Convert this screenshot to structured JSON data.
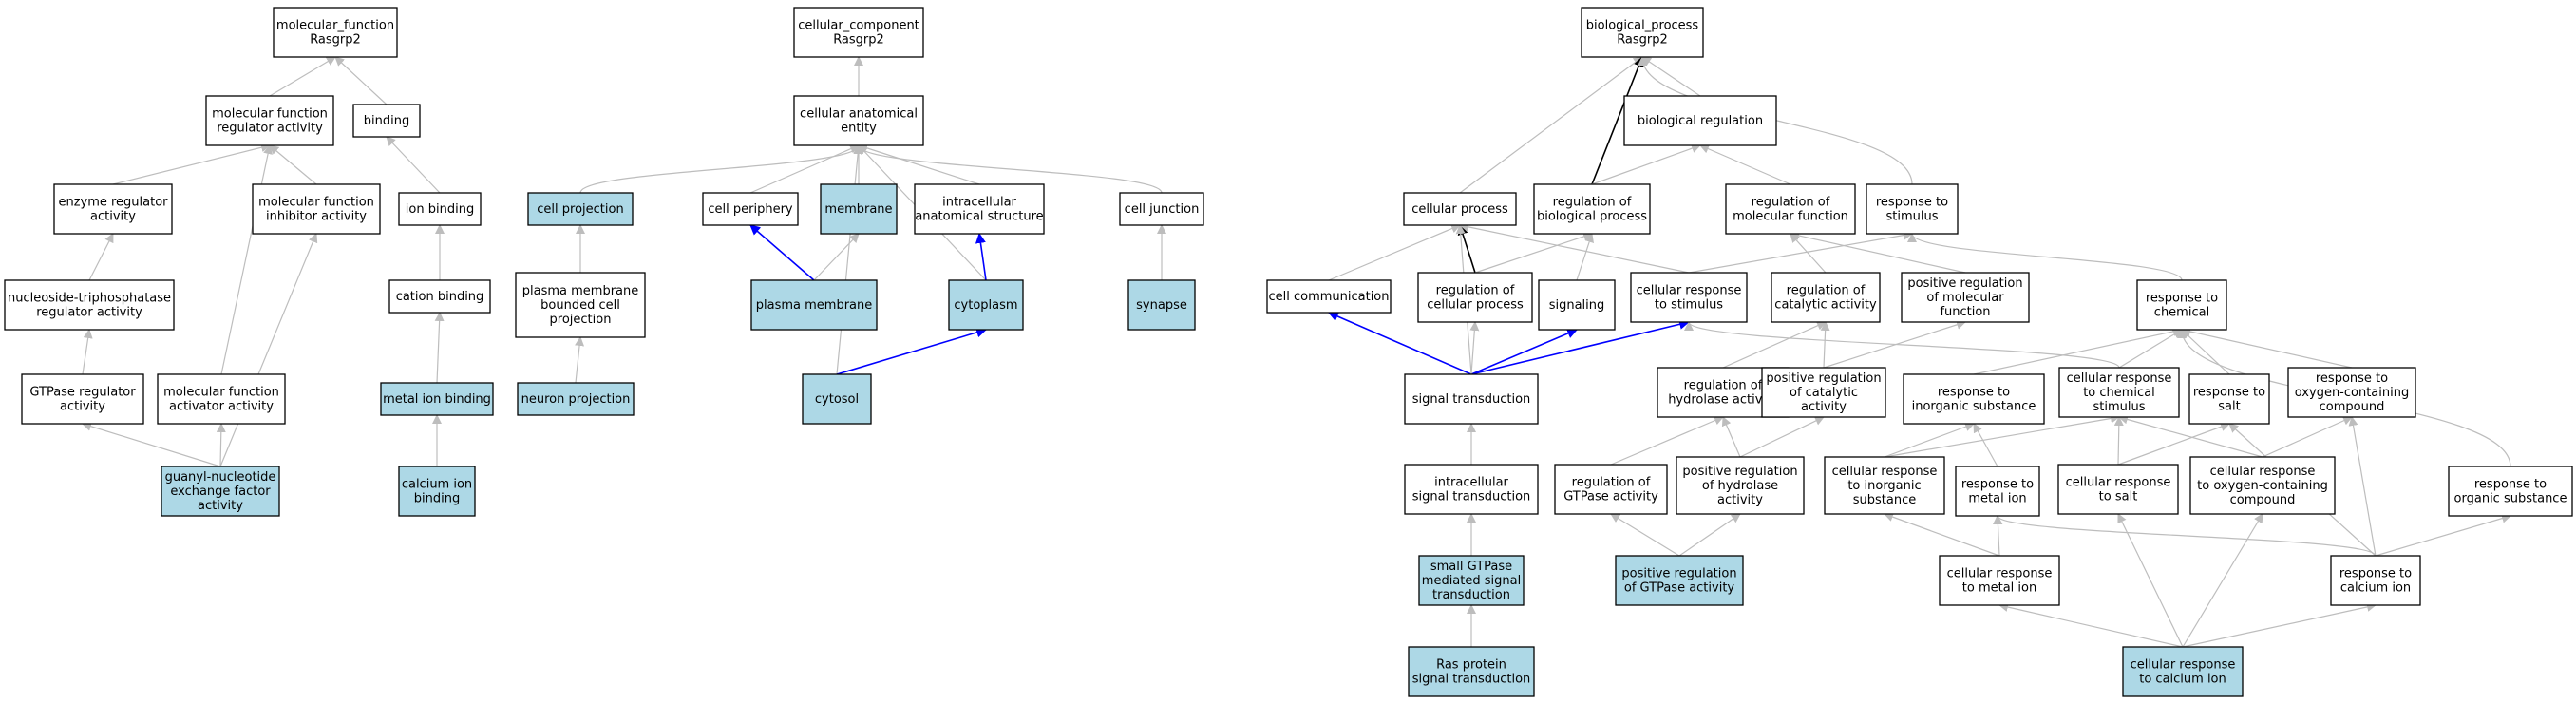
{
  "colors": {
    "edge_default": "#bdbdbd",
    "edge_black": "#000000",
    "edge_blue": "#0000ff",
    "node_fill": "#ffffff",
    "node_highlight": "#add8e6",
    "node_stroke": "#000000"
  },
  "nodes": [
    {
      "id": "mf_root",
      "lines": [
        "molecular_function",
        "Rasgrp2"
      ],
      "highlight": false
    },
    {
      "id": "mf_reg",
      "lines": [
        "molecular function",
        "regulator activity"
      ],
      "highlight": false
    },
    {
      "id": "binding",
      "lines": [
        "binding"
      ],
      "highlight": false
    },
    {
      "id": "enzyme_reg",
      "lines": [
        "enzyme regulator",
        "activity"
      ],
      "highlight": false
    },
    {
      "id": "mf_inhib",
      "lines": [
        "molecular function",
        "inhibitor activity"
      ],
      "highlight": false
    },
    {
      "id": "ion_binding",
      "lines": [
        "ion binding"
      ],
      "highlight": false
    },
    {
      "id": "ntp_reg",
      "lines": [
        "nucleoside-triphosphatase",
        "regulator activity"
      ],
      "highlight": false
    },
    {
      "id": "cation_binding",
      "lines": [
        "cation binding"
      ],
      "highlight": false
    },
    {
      "id": "gtpase_reg",
      "lines": [
        "GTPase regulator",
        "activity"
      ],
      "highlight": false
    },
    {
      "id": "mf_act",
      "lines": [
        "molecular function",
        "activator activity"
      ],
      "highlight": false
    },
    {
      "id": "metal_ion_binding",
      "lines": [
        "metal ion binding"
      ],
      "highlight": true
    },
    {
      "id": "gef",
      "lines": [
        "guanyl-nucleotide",
        "exchange factor",
        "activity"
      ],
      "highlight": true
    },
    {
      "id": "calcium_binding",
      "lines": [
        "calcium ion",
        "binding"
      ],
      "highlight": true
    },
    {
      "id": "cc_root",
      "lines": [
        "cellular_component",
        "Rasgrp2"
      ],
      "highlight": false
    },
    {
      "id": "cae",
      "lines": [
        "cellular anatomical",
        "entity"
      ],
      "highlight": false
    },
    {
      "id": "cell_projection",
      "lines": [
        "cell projection"
      ],
      "highlight": true
    },
    {
      "id": "cell_periphery",
      "lines": [
        "cell periphery"
      ],
      "highlight": false
    },
    {
      "id": "membrane",
      "lines": [
        "membrane"
      ],
      "highlight": true
    },
    {
      "id": "ias",
      "lines": [
        "intracellular",
        "anatomical structure"
      ],
      "highlight": false
    },
    {
      "id": "cell_junction",
      "lines": [
        "cell junction"
      ],
      "highlight": false
    },
    {
      "id": "pmbcp",
      "lines": [
        "plasma membrane",
        "bounded cell",
        "projection"
      ],
      "highlight": false
    },
    {
      "id": "plasma_membrane",
      "lines": [
        "plasma membrane"
      ],
      "highlight": true
    },
    {
      "id": "cytoplasm",
      "lines": [
        "cytoplasm"
      ],
      "highlight": true
    },
    {
      "id": "synapse",
      "lines": [
        "synapse"
      ],
      "highlight": true
    },
    {
      "id": "neuron_projection",
      "lines": [
        "neuron projection"
      ],
      "highlight": true
    },
    {
      "id": "cytosol",
      "lines": [
        "cytosol"
      ],
      "highlight": true
    },
    {
      "id": "bp_root",
      "lines": [
        "biological_process",
        "Rasgrp2"
      ],
      "highlight": false
    },
    {
      "id": "bio_reg",
      "lines": [
        "biological regulation"
      ],
      "highlight": false
    },
    {
      "id": "cellular_process",
      "lines": [
        "cellular process"
      ],
      "highlight": false
    },
    {
      "id": "reg_bp",
      "lines": [
        "regulation of",
        "biological process"
      ],
      "highlight": false
    },
    {
      "id": "reg_mf",
      "lines": [
        "regulation of",
        "molecular function"
      ],
      "highlight": false
    },
    {
      "id": "resp_stim",
      "lines": [
        "response to",
        "stimulus"
      ],
      "highlight": false
    },
    {
      "id": "cell_comm",
      "lines": [
        "cell communication"
      ],
      "highlight": false
    },
    {
      "id": "reg_cp",
      "lines": [
        "regulation of",
        "cellular process"
      ],
      "highlight": false
    },
    {
      "id": "signaling",
      "lines": [
        "signaling"
      ],
      "highlight": false
    },
    {
      "id": "crs",
      "lines": [
        "cellular response",
        "to stimulus"
      ],
      "highlight": false
    },
    {
      "id": "reg_cat",
      "lines": [
        "regulation of",
        "catalytic activity"
      ],
      "highlight": false
    },
    {
      "id": "pos_reg_mf",
      "lines": [
        "positive regulation",
        "of molecular",
        "function"
      ],
      "highlight": false
    },
    {
      "id": "resp_chem",
      "lines": [
        "response to",
        "chemical"
      ],
      "highlight": false
    },
    {
      "id": "sig_trans",
      "lines": [
        "signal transduction"
      ],
      "highlight": false
    },
    {
      "id": "reg_hydro",
      "lines": [
        "regulation of",
        "hydrolase activity"
      ],
      "highlight": false
    },
    {
      "id": "pos_reg_cat",
      "lines": [
        "positive regulation",
        "of catalytic",
        "activity"
      ],
      "highlight": false
    },
    {
      "id": "resp_inorg",
      "lines": [
        "response to",
        "inorganic substance"
      ],
      "highlight": false
    },
    {
      "id": "crcs",
      "lines": [
        "cellular response",
        "to chemical",
        "stimulus"
      ],
      "highlight": false
    },
    {
      "id": "resp_salt",
      "lines": [
        "response to",
        "salt"
      ],
      "highlight": false
    },
    {
      "id": "resp_oxy",
      "lines": [
        "response to",
        "oxygen-containing",
        "compound"
      ],
      "highlight": false
    },
    {
      "id": "intra_sig",
      "lines": [
        "intracellular",
        "signal transduction"
      ],
      "highlight": false
    },
    {
      "id": "reg_gtpase",
      "lines": [
        "regulation of",
        "GTPase activity"
      ],
      "highlight": false
    },
    {
      "id": "pos_reg_hydro",
      "lines": [
        "positive regulation",
        "of hydrolase",
        "activity"
      ],
      "highlight": false
    },
    {
      "id": "cr_inorg",
      "lines": [
        "cellular response",
        "to inorganic",
        "substance"
      ],
      "highlight": false
    },
    {
      "id": "resp_metal",
      "lines": [
        "response to",
        "metal ion"
      ],
      "highlight": false
    },
    {
      "id": "cr_salt",
      "lines": [
        "cellular response",
        "to salt"
      ],
      "highlight": false
    },
    {
      "id": "cr_oxy",
      "lines": [
        "cellular response",
        "to oxygen-containing",
        "compound"
      ],
      "highlight": false
    },
    {
      "id": "resp_org",
      "lines": [
        "response to",
        "organic substance"
      ],
      "highlight": false
    },
    {
      "id": "small_gtpase",
      "lines": [
        "small GTPase",
        "mediated signal",
        "transduction"
      ],
      "highlight": true
    },
    {
      "id": "pos_reg_gtpase",
      "lines": [
        "positive regulation",
        "of GTPase activity"
      ],
      "highlight": true
    },
    {
      "id": "cr_metal",
      "lines": [
        "cellular response",
        "to metal ion"
      ],
      "highlight": false
    },
    {
      "id": "resp_calcium",
      "lines": [
        "response to",
        "calcium ion"
      ],
      "highlight": false
    },
    {
      "id": "ras_sig",
      "lines": [
        "Ras protein",
        "signal transduction"
      ],
      "highlight": true
    },
    {
      "id": "cr_calcium",
      "lines": [
        "cellular response",
        "to calcium ion"
      ],
      "highlight": true
    }
  ],
  "edges": [
    {
      "from": "mf_reg",
      "to": "mf_root",
      "style": "gray"
    },
    {
      "from": "binding",
      "to": "mf_root",
      "style": "gray"
    },
    {
      "from": "enzyme_reg",
      "to": "mf_reg",
      "style": "gray"
    },
    {
      "from": "mf_inhib",
      "to": "mf_reg",
      "style": "gray"
    },
    {
      "from": "mf_act",
      "to": "mf_reg",
      "style": "gray"
    },
    {
      "from": "ion_binding",
      "to": "binding",
      "style": "gray"
    },
    {
      "from": "ntp_reg",
      "to": "enzyme_reg",
      "style": "gray"
    },
    {
      "from": "cation_binding",
      "to": "ion_binding",
      "style": "gray"
    },
    {
      "from": "gtpase_reg",
      "to": "ntp_reg",
      "style": "gray"
    },
    {
      "from": "metal_ion_binding",
      "to": "cation_binding",
      "style": "gray"
    },
    {
      "from": "gef",
      "to": "gtpase_reg",
      "style": "gray"
    },
    {
      "from": "gef",
      "to": "mf_act",
      "style": "gray"
    },
    {
      "from": "gef",
      "to": "mf_inhib",
      "style": "gray"
    },
    {
      "from": "calcium_binding",
      "to": "metal_ion_binding",
      "style": "gray"
    },
    {
      "from": "cae",
      "to": "cc_root",
      "style": "gray"
    },
    {
      "from": "cell_projection",
      "to": "cae",
      "style": "gray"
    },
    {
      "from": "cell_periphery",
      "to": "cae",
      "style": "gray"
    },
    {
      "from": "membrane",
      "to": "cae",
      "style": "gray"
    },
    {
      "from": "ias",
      "to": "cae",
      "style": "gray"
    },
    {
      "from": "cell_junction",
      "to": "cae",
      "style": "gray"
    },
    {
      "from": "cytoplasm",
      "to": "cae",
      "style": "gray"
    },
    {
      "from": "cytosol",
      "to": "cae",
      "style": "gray"
    },
    {
      "from": "pmbcp",
      "to": "cell_projection",
      "style": "gray"
    },
    {
      "from": "neuron_projection",
      "to": "pmbcp",
      "style": "gray"
    },
    {
      "from": "plasma_membrane",
      "to": "cell_periphery",
      "style": "blue"
    },
    {
      "from": "plasma_membrane",
      "to": "membrane",
      "style": "gray"
    },
    {
      "from": "cytoplasm",
      "to": "ias",
      "style": "blue"
    },
    {
      "from": "synapse",
      "to": "cell_junction",
      "style": "gray"
    },
    {
      "from": "cytosol",
      "to": "cytoplasm",
      "style": "blue"
    },
    {
      "from": "cellular_process",
      "to": "bp_root",
      "style": "gray"
    },
    {
      "from": "bio_reg",
      "to": "bp_root",
      "style": "gray"
    },
    {
      "from": "reg_bp",
      "to": "bp_root",
      "style": "black"
    },
    {
      "from": "resp_stim",
      "to": "bp_root",
      "style": "gray"
    },
    {
      "from": "reg_bp",
      "to": "bio_reg",
      "style": "gray"
    },
    {
      "from": "reg_mf",
      "to": "bio_reg",
      "style": "gray"
    },
    {
      "from": "cell_comm",
      "to": "cellular_process",
      "style": "gray"
    },
    {
      "from": "reg_cp",
      "to": "cellular_process",
      "style": "black"
    },
    {
      "from": "crs",
      "to": "cellular_process",
      "style": "gray"
    },
    {
      "from": "reg_cp",
      "to": "reg_bp",
      "style": "gray"
    },
    {
      "from": "signaling",
      "to": "reg_bp",
      "style": "gray"
    },
    {
      "from": "reg_cat",
      "to": "reg_mf",
      "style": "gray"
    },
    {
      "from": "pos_reg_mf",
      "to": "reg_mf",
      "style": "gray"
    },
    {
      "from": "crs",
      "to": "resp_stim",
      "style": "gray"
    },
    {
      "from": "resp_chem",
      "to": "resp_stim",
      "style": "gray"
    },
    {
      "from": "sig_trans",
      "to": "cell_comm",
      "style": "blue"
    },
    {
      "from": "sig_trans",
      "to": "reg_cp",
      "style": "gray"
    },
    {
      "from": "sig_trans",
      "to": "signaling",
      "style": "blue"
    },
    {
      "from": "sig_trans",
      "to": "crs",
      "style": "blue"
    },
    {
      "from": "sig_trans",
      "to": "cellular_process",
      "style": "gray"
    },
    {
      "from": "reg_hydro",
      "to": "reg_cat",
      "style": "gray"
    },
    {
      "from": "pos_reg_cat",
      "to": "reg_cat",
      "style": "gray"
    },
    {
      "from": "pos_reg_cat",
      "to": "pos_reg_mf",
      "style": "gray"
    },
    {
      "from": "crcs",
      "to": "crs",
      "style": "gray"
    },
    {
      "from": "resp_inorg",
      "to": "resp_chem",
      "style": "gray"
    },
    {
      "from": "crcs",
      "to": "resp_chem",
      "style": "gray"
    },
    {
      "from": "resp_salt",
      "to": "resp_chem",
      "style": "gray"
    },
    {
      "from": "resp_oxy",
      "to": "resp_chem",
      "style": "gray"
    },
    {
      "from": "resp_org",
      "to": "resp_chem",
      "style": "gray"
    },
    {
      "from": "intra_sig",
      "to": "sig_trans",
      "style": "gray"
    },
    {
      "from": "reg_gtpase",
      "to": "reg_hydro",
      "style": "gray"
    },
    {
      "from": "pos_reg_hydro",
      "to": "reg_hydro",
      "style": "gray"
    },
    {
      "from": "pos_reg_hydro",
      "to": "pos_reg_cat",
      "style": "gray"
    },
    {
      "from": "cr_inorg",
      "to": "resp_inorg",
      "style": "gray"
    },
    {
      "from": "resp_metal",
      "to": "resp_inorg",
      "style": "gray"
    },
    {
      "from": "cr_inorg",
      "to": "crcs",
      "style": "gray"
    },
    {
      "from": "cr_salt",
      "to": "crcs",
      "style": "gray"
    },
    {
      "from": "cr_oxy",
      "to": "crcs",
      "style": "gray"
    },
    {
      "from": "cr_salt",
      "to": "resp_salt",
      "style": "gray"
    },
    {
      "from": "resp_calcium",
      "to": "resp_salt",
      "style": "gray"
    },
    {
      "from": "cr_oxy",
      "to": "resp_oxy",
      "style": "gray"
    },
    {
      "from": "resp_calcium",
      "to": "resp_oxy",
      "style": "gray"
    },
    {
      "from": "small_gtpase",
      "to": "intra_sig",
      "style": "gray"
    },
    {
      "from": "pos_reg_gtpase",
      "to": "reg_gtpase",
      "style": "gray"
    },
    {
      "from": "pos_reg_gtpase",
      "to": "pos_reg_hydro",
      "style": "gray"
    },
    {
      "from": "cr_metal",
      "to": "cr_inorg",
      "style": "gray"
    },
    {
      "from": "cr_metal",
      "to": "resp_metal",
      "style": "gray"
    },
    {
      "from": "resp_calcium",
      "to": "resp_metal",
      "style": "gray"
    },
    {
      "from": "resp_calcium",
      "to": "resp_org",
      "style": "gray"
    },
    {
      "from": "ras_sig",
      "to": "small_gtpase",
      "style": "gray"
    },
    {
      "from": "cr_calcium",
      "to": "cr_metal",
      "style": "gray"
    },
    {
      "from": "cr_calcium",
      "to": "cr_salt",
      "style": "gray"
    },
    {
      "from": "cr_calcium",
      "to": "cr_oxy",
      "style": "gray"
    },
    {
      "from": "cr_calcium",
      "to": "resp_calcium",
      "style": "gray"
    }
  ]
}
